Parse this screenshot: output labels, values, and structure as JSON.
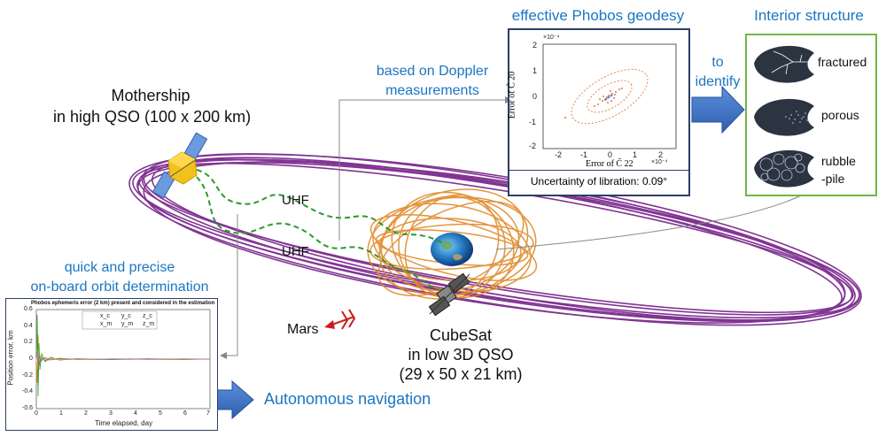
{
  "mothership": {
    "line1": "Mothership",
    "line2": "in high QSO (100 x 200 km)"
  },
  "links": {
    "uhf_top": "UHF",
    "uhf_bottom": "UHF"
  },
  "doppler": {
    "line1": "based on Doppler",
    "line2": "measurements"
  },
  "geodesy": {
    "title": "effective Phobos geodesy",
    "plot_ylabel": "Error of C̃ 20",
    "plot_xlabel": "Error of C̃ 22",
    "exp_y": "×10⁻⁴",
    "exp_x": "×10⁻⁴",
    "yticks": [
      "2",
      "1",
      "0",
      "-1",
      "-2"
    ],
    "xticks": [
      "-2",
      "-1",
      "0",
      "1",
      "2"
    ],
    "libration": "Uncertainty of libration: 0.09°"
  },
  "identify": {
    "line1": "to",
    "line2": "identify"
  },
  "interior": {
    "title": "Interior structure",
    "items": [
      {
        "label_1": "fractured",
        "label_2": ""
      },
      {
        "label_1": "porous",
        "label_2": ""
      },
      {
        "label_1": "rubble",
        "label_2": "-pile"
      }
    ]
  },
  "orbit_det": {
    "line1": "quick and precise",
    "line2": "on-board orbit determination"
  },
  "ephemeris_plot": {
    "title": "Phobos ephemeris error (2 km) present and considered in the estimation",
    "ylabel": "Position error, km",
    "xlabel": "Time elapsed, day",
    "yticks": [
      "0.6",
      "0.4",
      "0.2",
      "0",
      "-0.2",
      "-0.4",
      "-0.6"
    ],
    "xticks": [
      "0",
      "1",
      "2",
      "3",
      "4",
      "5",
      "6",
      "7"
    ],
    "legend": [
      "x_c",
      "y_c",
      "z_c",
      "x_m",
      "y_m",
      "z_m"
    ]
  },
  "autonomous": "Autonomous navigation",
  "mars": "Mars",
  "cubesat": {
    "line1": "CubeSat",
    "line2": "in low 3D QSO",
    "line3": "(29 x 50 x 21 km)"
  },
  "colors": {
    "accent_blue": "#1a76c2",
    "orbit_purple": "#7b2a8e",
    "orbit_orange": "#e08a2a",
    "link_green": "#2a9a2a",
    "arrow_blue": "#3a6fc4",
    "mars_red": "#cc1a1a",
    "panel_border": "#2b3f66",
    "interior_border": "#6fb843"
  }
}
